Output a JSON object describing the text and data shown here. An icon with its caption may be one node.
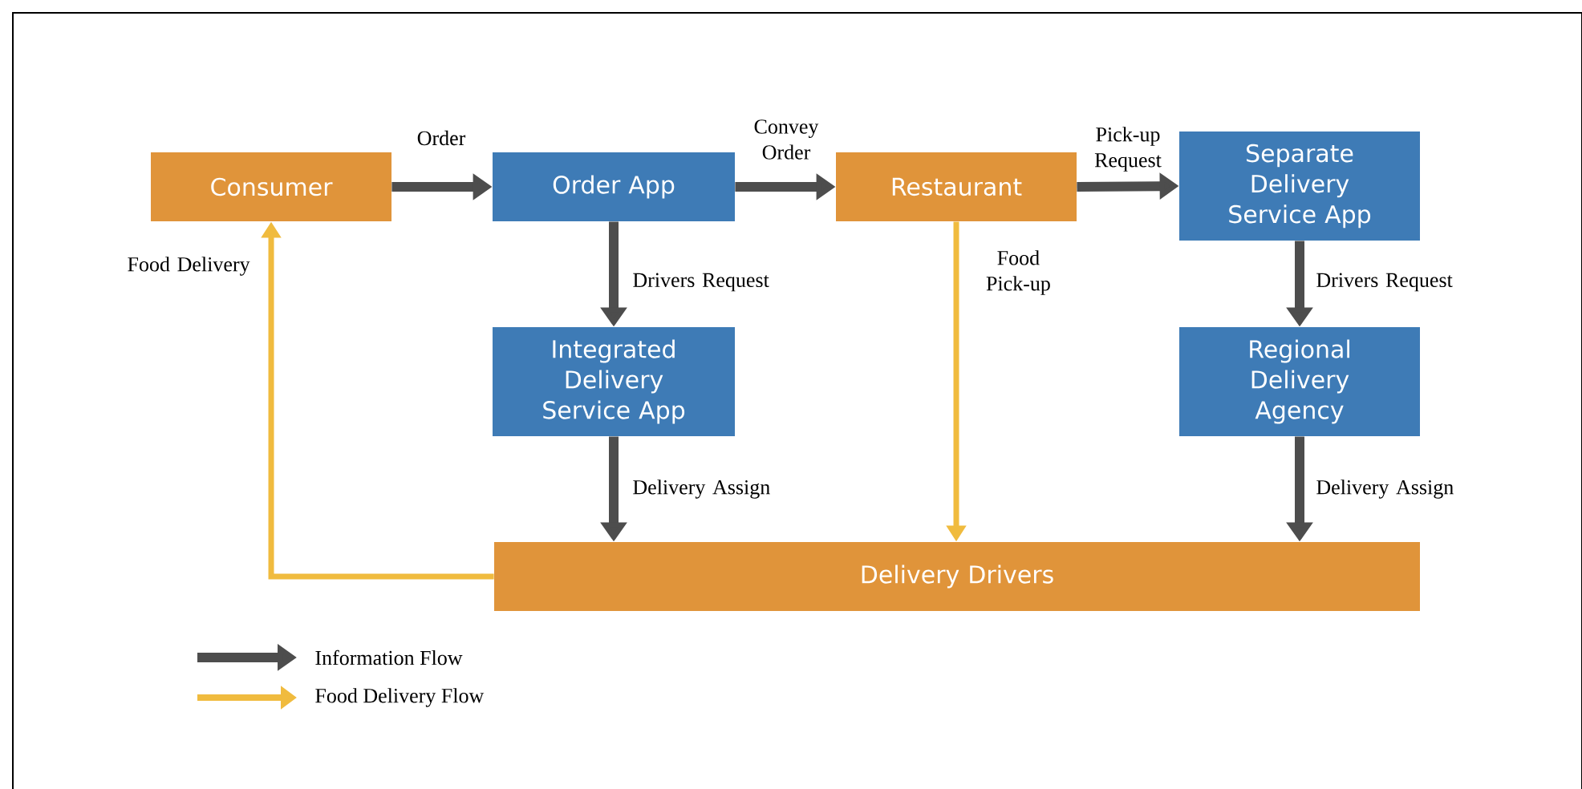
{
  "diagram": {
    "nodes": [
      {
        "text": [
          "Consumer"
        ]
      },
      {
        "text": [
          "Order App"
        ]
      },
      {
        "text": [
          "Restaurant"
        ]
      },
      {
        "text": [
          "Separate Delivery Service App"
        ]
      },
      {
        "text": [
          "Integrated Delivery Service App"
        ]
      },
      {
        "text": [
          "Regional Delivery Agency"
        ]
      },
      {
        "text": [
          "Delivery Drivers"
        ]
      }
    ],
    "edges": [
      {
        "from": 0,
        "to": 1,
        "arrow": "to",
        "label": "Order"
      },
      {
        "from": 1,
        "to": 2,
        "arrow": "to",
        "label": "Convey Order"
      },
      {
        "from": 2,
        "to": 3,
        "arrow": "to",
        "label": "Pick-up Request"
      },
      {
        "from": 1,
        "to": 4,
        "arrow": "to",
        "label": "Drivers Request"
      },
      {
        "from": 3,
        "to": 5,
        "arrow": "to",
        "label": "Drivers Request"
      },
      {
        "from": 4,
        "to": 6,
        "arrow": "to",
        "label": "Delivery Assign"
      },
      {
        "from": 2,
        "to": 6,
        "arrow": "to",
        "label": "Food Pick-up",
        "color": "#f0bb3e"
      },
      {
        "from": 5,
        "to": 6,
        "arrow": "to",
        "label": "Delivery Assign"
      },
      {
        "from": 6,
        "to": 0,
        "arrow": "to",
        "label": "Food Delivery",
        "color": "#f0bb3e"
      }
    ],
    "legend": [
      {
        "text": "Information Flow"
      },
      {
        "text": "Food Delivery Flow"
      }
    ]
  }
}
